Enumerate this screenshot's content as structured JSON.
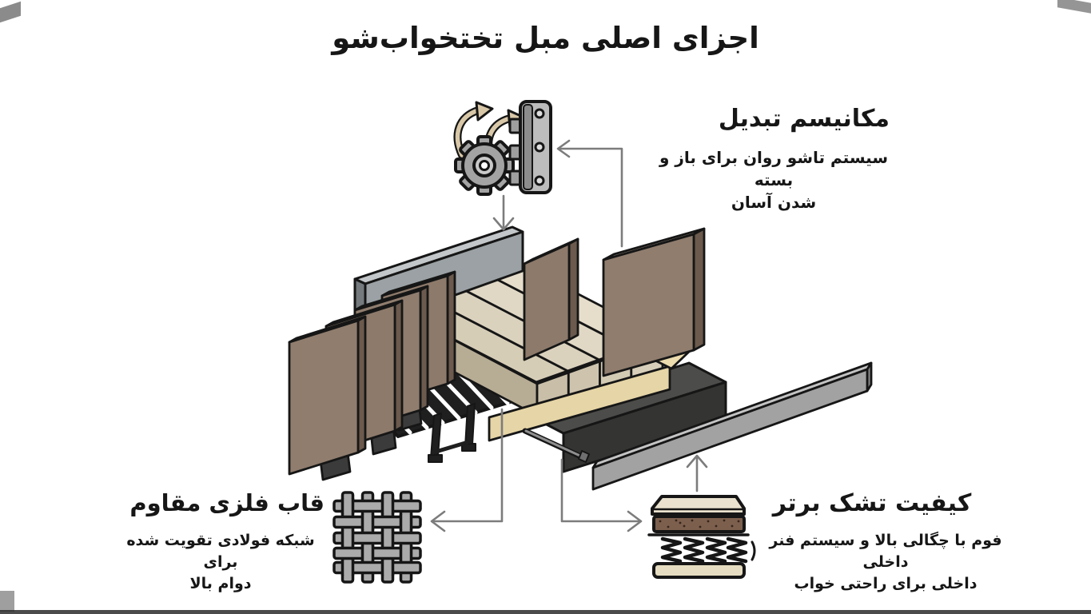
{
  "page": {
    "title": "اجزای اصلی مبل تختخواب‌شو",
    "background_color": "#ffffff",
    "text_color": "#161616",
    "arrow_color": "#7c7c7c"
  },
  "labels": {
    "mechanism": {
      "title": "مکانیسم تبدیل",
      "description_line1": "سیستم تاشو روان برای باز و بسته",
      "description_line2": "شدن آسان",
      "icon": "gear-rotation-hinge-icon"
    },
    "metal_frame": {
      "title": "قاب فلزی مقاوم",
      "description_line1": "شبکه فولادی تقویت شده برای",
      "description_line2": "دوام بالا",
      "icon": "metal-mesh-icon"
    },
    "mattress": {
      "title": "کیفیت تشک برتر",
      "description_line1": "فوم با چگالی بالا و سیستم فنر داخلی",
      "description_line2": "داخلی برای راحتی خواب",
      "icon": "mattress-layers-icon"
    }
  },
  "illustration": {
    "name": "exploded-sofa-bed-drawing",
    "colors": {
      "outline": "#161616",
      "backrest_gray": "#9ba1a4",
      "armrest_brown": "#8d7a6b",
      "mattress_cream": "#ded5c1",
      "foam_beige": "#e6d5a6",
      "base_dark": "#343432",
      "panel_gray": "#a2a2a2",
      "icon_arrow_tan": "#d9c8a8"
    }
  }
}
